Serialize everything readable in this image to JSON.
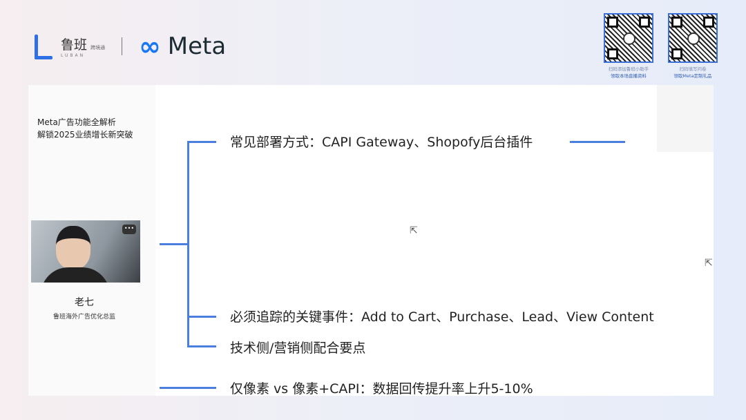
{
  "header": {
    "luban_name": "鲁班",
    "luban_side": "跨境通",
    "luban_sub": "LUBAN",
    "meta_logo_symbol": "∞",
    "meta_name": "Meta"
  },
  "qr_codes": [
    {
      "line1": "扫码添加鲁班小助手",
      "line2": "领取本场直播资料"
    },
    {
      "line1": "扫码填写问卷",
      "line2": "领取Meta定制礼品"
    }
  ],
  "slide": {
    "title_line1": "Meta广告功能全解析",
    "title_line2": "解锁2025业绩增长新突破",
    "speaker_name": "老七",
    "speaker_role": "鲁班海外广告优化总监",
    "video_more": "•••",
    "items": [
      "常见部署方式：CAPI Gateway、Shopofy后台插件",
      "必须追踪的关键事件：Add to Cart、Purchase、Lead、View Content",
      "技术侧/营销侧配合要点",
      "仅像素 vs 像素+CAPI：数据回传提升率上升5-10%"
    ],
    "accent": "#4a7fe0"
  }
}
